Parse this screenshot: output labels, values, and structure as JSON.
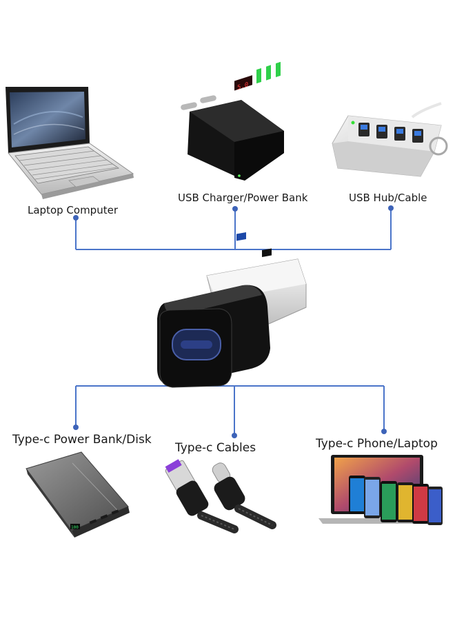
{
  "top_devices": [
    {
      "label": "Laptop Computer",
      "icon": "laptop-icon"
    },
    {
      "label": "USB Charger/Power Bank",
      "icon": "usb-charger-icon"
    },
    {
      "label": "USB Hub/Cable",
      "icon": "usb-hub-icon"
    }
  ],
  "center_device": {
    "icon": "usb-a-to-type-c-adapter-icon"
  },
  "bottom_devices": [
    {
      "label": "Type-c Power Bank/Disk",
      "icon": "power-bank-icon"
    },
    {
      "label": "Type-c Cables",
      "icon": "type-c-cables-icon"
    },
    {
      "label": "Type-c Phone/Laptop",
      "icon": "phone-laptop-icon"
    }
  ],
  "colors": {
    "connector_line": "#4a74c9",
    "text": "#1a1a1a",
    "background": "#ffffff"
  }
}
